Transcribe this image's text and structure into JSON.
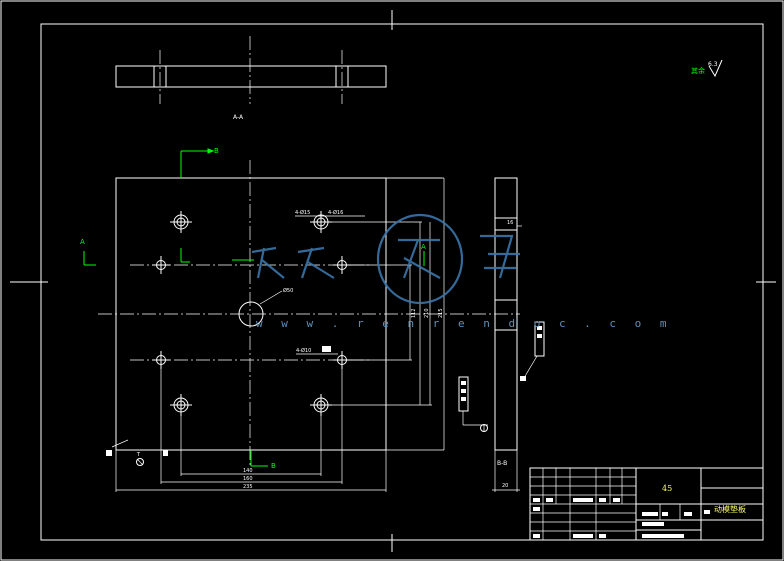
{
  "section_labels": {
    "top_view": "A-A",
    "side_view": "B-B",
    "arrow_b": "B",
    "arrow_a": "A"
  },
  "surface_finish": {
    "value": "6.3",
    "label": "其余"
  },
  "hole_callouts": {
    "large_pair": "4-Ø15",
    "large_pair_b": "4-Ø16",
    "center": "Ø50",
    "small": "4-Ø10"
  },
  "dimensions": {
    "d140": "140",
    "d160": "160",
    "d235": "235",
    "v112": "112",
    "v210": "210",
    "v215": "215",
    "side_top": "16",
    "side_bottom": "20"
  },
  "title_block": {
    "material": "45",
    "part_name": "动模垫板"
  },
  "watermark": {
    "url": "w w w . r e n r e n d o c . c o m"
  },
  "colors": {
    "background": "#000000",
    "lines": "#ffffff",
    "annotations": "#00ff00",
    "watermark": "#3a74a8"
  }
}
